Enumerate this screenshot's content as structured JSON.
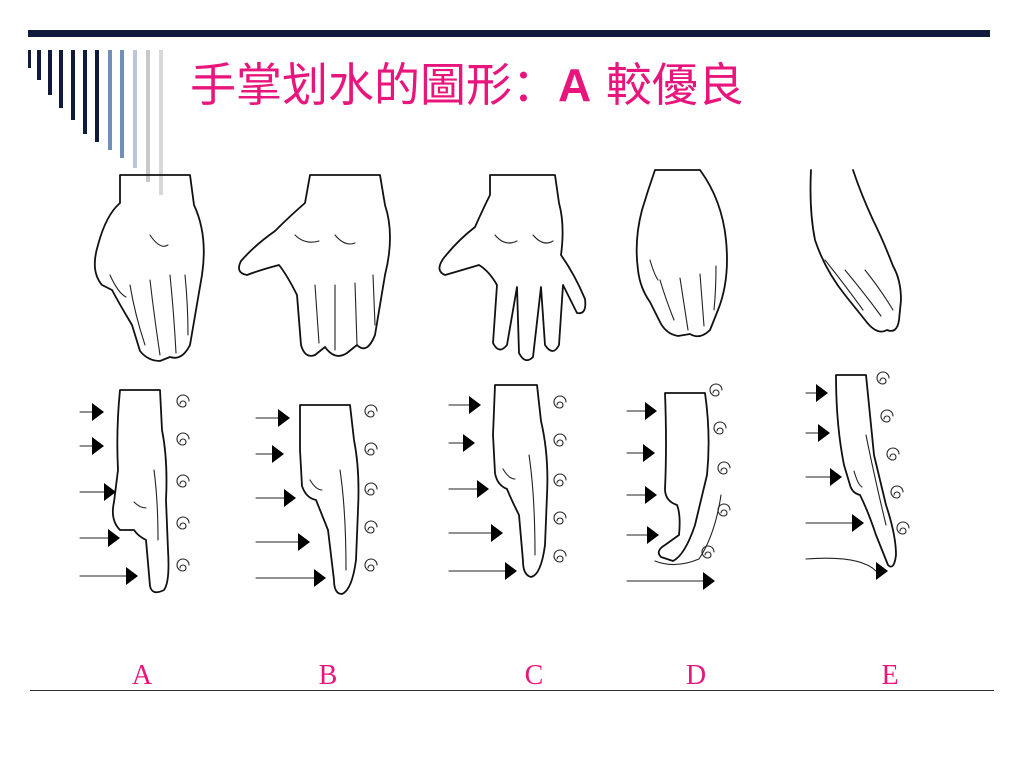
{
  "slide": {
    "title_cjk": "手掌划水的圖形：",
    "title_latin": "A",
    "title_cjk2": " 較優良",
    "labels": [
      "A",
      "B",
      "C",
      "D",
      "E"
    ]
  },
  "colors": {
    "title": "#e8157c",
    "top_rule": "#0f1a3c",
    "bars": [
      "#0f1a3c",
      "#0f1a3c",
      "#0f1a3c",
      "#0f1a3c",
      "#6f8fb8",
      "#6f8fb8",
      "#b9c7dc",
      "#c8c8c8",
      "#d8d8d8"
    ]
  }
}
